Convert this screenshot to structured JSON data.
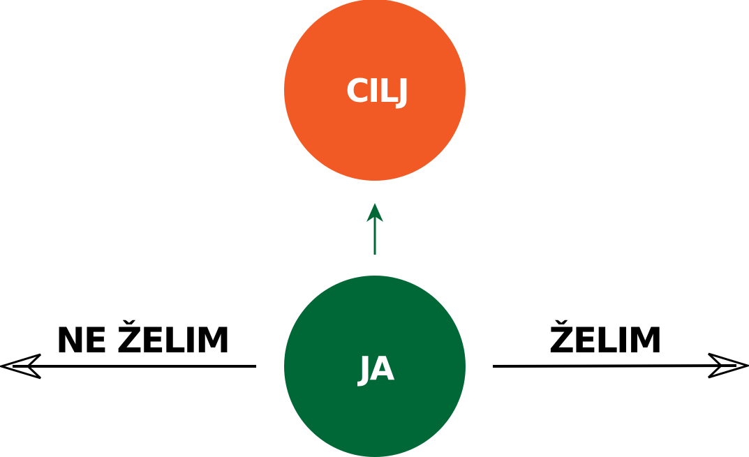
{
  "nodes": {
    "goal": {
      "label": "CILJ",
      "color": "#F15A24"
    },
    "self": {
      "label": "JA",
      "color": "#006837"
    }
  },
  "labels": {
    "not_want": "NE ŽELIM",
    "want": "ŽELIM"
  },
  "colors": {
    "arrow_up": "#006837",
    "arrow_side": "#000000",
    "node_text": "#ffffff",
    "label_text": "#000000"
  }
}
